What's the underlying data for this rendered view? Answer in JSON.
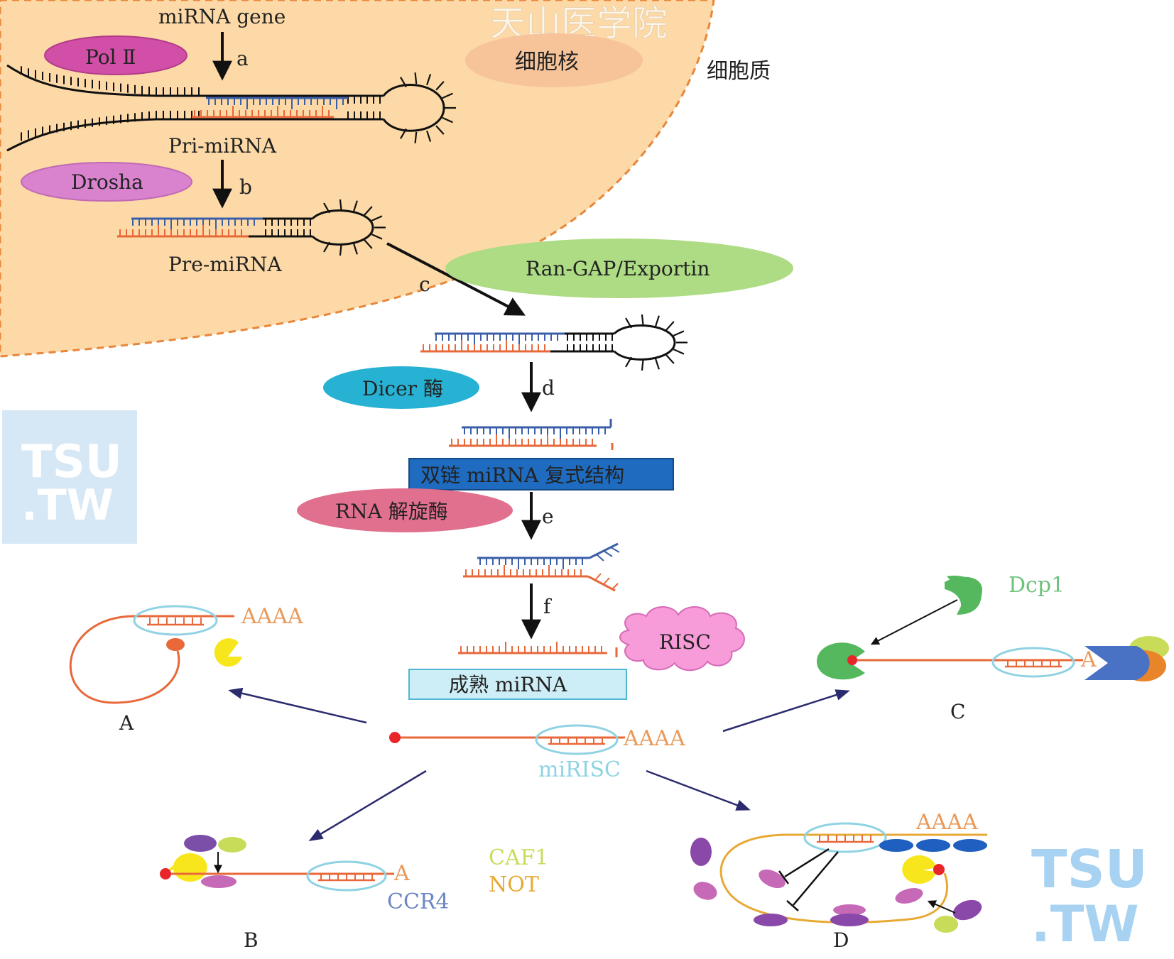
{
  "colors": {
    "nucleus": "#fcd9a6",
    "nucleus_border": "#e8863a",
    "strand_blue": "#3a5fa8",
    "strand_orange": "#e8683a",
    "backbone": "#111111",
    "arrow_navy": "#2b2b6e",
    "pol2": "#d24fa8",
    "drosha": "#d983cf",
    "ran": "#aedc84",
    "dicer": "#27b2d4",
    "helicase": "#e0708e",
    "risc": "#f79bd9",
    "dsmirna_box": "#1e6bbf",
    "mature_box": "#cdeef6",
    "miRISC_ring": "#8fd3e3",
    "dcp1": "#55b85f",
    "caf1": "#c9dc5a",
    "not": "#e8a934",
    "ccr4": "#6c86c3",
    "watermark": "#d6e7f5"
  },
  "labels": {
    "mirna_gene": "miRNA gene",
    "pol2": "Pol Ⅱ",
    "nucleus": "细胞核",
    "cytoplasm": "细胞质",
    "watermark_top": "天山医学院",
    "pri_mirna": "Pri-miRNA",
    "drosha": "Drosha",
    "pre_mirna": "Pre-miRNA",
    "ran_gap": "Ran-GAP/Exportin",
    "dicer": "Dicer 酶",
    "ds_mirna": "双链 miRNA 复式结构",
    "helicase": "RNA 解旋酶",
    "risc": "RISC",
    "mature": "成熟 miRNA",
    "mirisc": "miRISC",
    "aaaa": "AAAA",
    "a_tail": "A",
    "dcp1": "Dcp1",
    "caf1": "CAF1",
    "not": "NOT",
    "ccr4": "CCR4",
    "tsu_logo": "TSU",
    "tw_logo": ".TW"
  },
  "steps": {
    "a": "a",
    "b": "b",
    "c": "c",
    "d": "d",
    "e": "e",
    "f": "f"
  },
  "panels": {
    "A": "A",
    "B": "B",
    "C": "C",
    "D": "D"
  }
}
